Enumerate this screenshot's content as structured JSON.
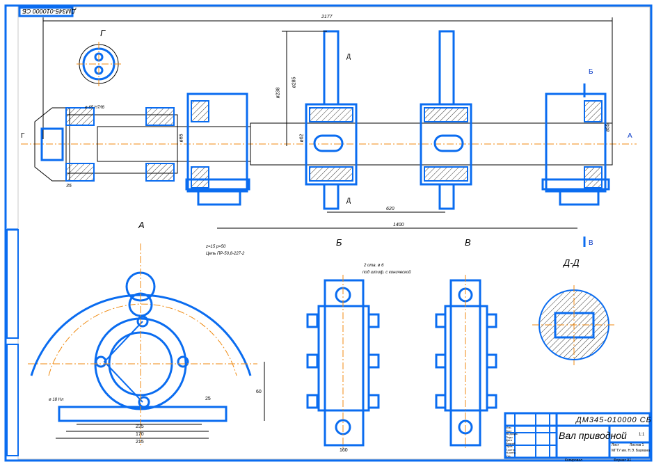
{
  "stamp": {
    "code_rotated": "ДМ345-010000 СБ"
  },
  "views": {
    "g": "Г",
    "a": "А",
    "b": "Б",
    "v": "В",
    "dd": "Д-Д",
    "section_d": "Д",
    "arrow_b": "Б",
    "arrow_v": "В",
    "arrow_a": "А",
    "arrow_g": "Г"
  },
  "dimensions": {
    "overall": "2177",
    "span": "1400",
    "inner": "620",
    "left": "35",
    "d1": "ø238",
    "d2": "ø285",
    "d3": "ø65",
    "d4": "ø62",
    "d5": "ø55",
    "a1": "215",
    "a2": "170",
    "a3": "235",
    "a4": "60",
    "a5": "25",
    "b1": "160"
  },
  "notes": {
    "bearing": "ø 65 H7/f6",
    "chain_1": "z=15  p=50",
    "chain_2": "Цепь ПР-50,8-227-2",
    "bolts_1": "2 отв. ø 6",
    "bolts_2": "под штиф. с конической",
    "weld": "ø 18 Нл"
  },
  "title_block": {
    "designation": "ДМ345-010000 СБ",
    "name": "Вал приводной",
    "scale": "1:1",
    "sheet": "Лист",
    "sheets": "Листов 1",
    "org": "МГТУ им. Н.Э. Баумана",
    "format": "Формат А1",
    "copied": "Копировал",
    "rows": [
      "Изм.",
      "Лист",
      "№ докум.",
      "Подп.",
      "Дата",
      "Разраб.",
      "Пров.",
      "Т.контр.",
      "Н.контр.",
      "Утв."
    ]
  }
}
